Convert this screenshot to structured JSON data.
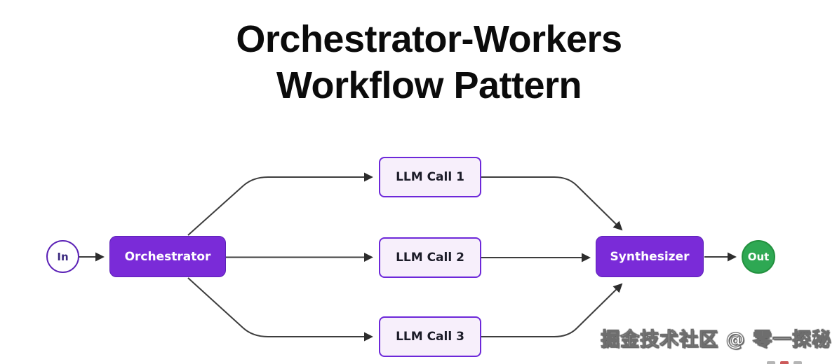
{
  "title": {
    "line1": "Orchestrator-Workers",
    "line2": "Workflow Pattern"
  },
  "diagram": {
    "type": "workflow-flowchart",
    "nodes": {
      "input": {
        "label": "In",
        "shape": "circle"
      },
      "orchestrator": {
        "label": "Orchestrator",
        "shape": "rounded-box-filled"
      },
      "workers": [
        {
          "label": "LLM Call 1",
          "shape": "rounded-box-light"
        },
        {
          "label": "LLM Call 2",
          "shape": "rounded-box-light"
        },
        {
          "label": "LLM Call 3",
          "shape": "rounded-box-light"
        }
      ],
      "synthesizer": {
        "label": "Synthesizer",
        "shape": "rounded-box-filled"
      },
      "output": {
        "label": "Out",
        "shape": "circle"
      }
    },
    "edges": [
      {
        "from": "In",
        "to": "Orchestrator"
      },
      {
        "from": "Orchestrator",
        "to": "LLM Call 1"
      },
      {
        "from": "Orchestrator",
        "to": "LLM Call 2"
      },
      {
        "from": "Orchestrator",
        "to": "LLM Call 3"
      },
      {
        "from": "LLM Call 1",
        "to": "Synthesizer"
      },
      {
        "from": "LLM Call 2",
        "to": "Synthesizer"
      },
      {
        "from": "LLM Call 3",
        "to": "Synthesizer"
      },
      {
        "from": "Synthesizer",
        "to": "Out"
      }
    ],
    "colors": {
      "filled_node_fill": "#7A2BD8",
      "filled_node_border": "#5B21B6",
      "worker_node_fill": "#F7EFFB",
      "worker_node_border": "#6D28D9",
      "in_circle_border": "#5B21B6",
      "in_circle_text": "#3C2A80",
      "out_circle_fill": "#2EA853",
      "out_circle_border": "#23913F",
      "edge_stroke": "#3D3D3D",
      "title_text": "#0B0B0B"
    }
  },
  "watermark": {
    "text": "掘金技术社区 @ 零一探秘"
  }
}
